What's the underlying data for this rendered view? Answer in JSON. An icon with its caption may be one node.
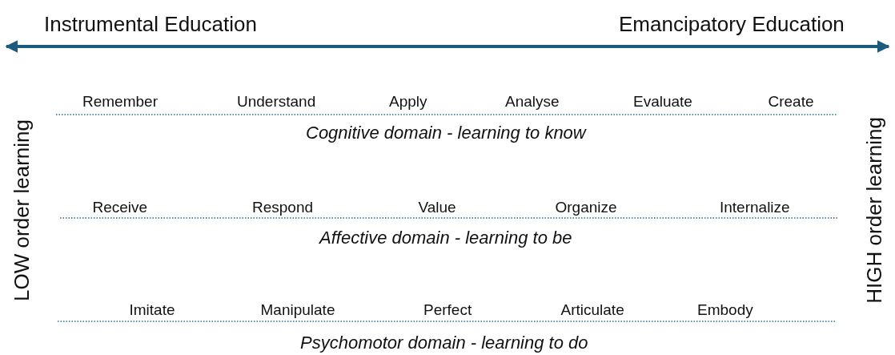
{
  "diagram": {
    "labels": [
      "Instrumental Education",
      "Emancipatory Education",
      "LOW order learning",
      "HIGH order learning",
      "Remember",
      "Understand",
      "Apply",
      "Analyse",
      "Evaluate",
      "Create",
      "Cognitive domain - learning to know",
      "Receive",
      "Respond",
      "Value",
      "Organize",
      "Internalize",
      "Affective domain - learning to be",
      "Imitate",
      "Manipulate",
      "Perfect",
      "Articulate",
      "Embody",
      "Psychomotor domain - learning to do"
    ]
  }
}
